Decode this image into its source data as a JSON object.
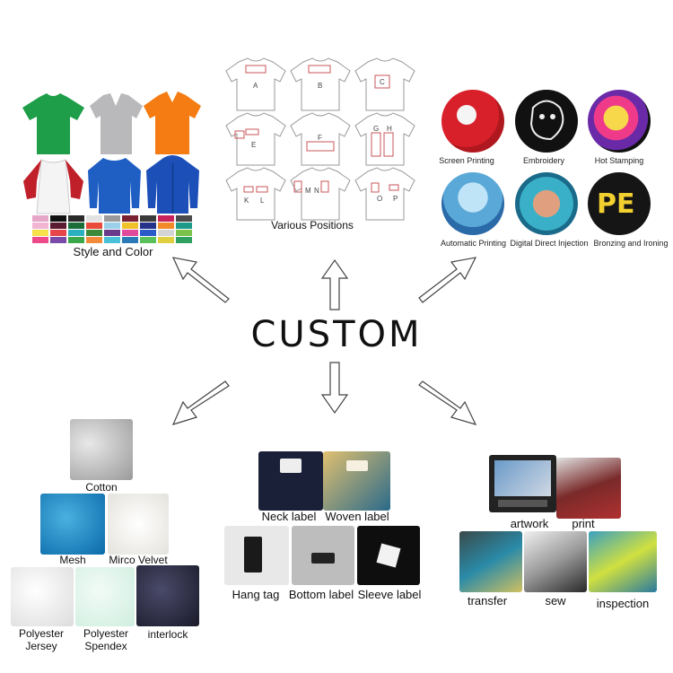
{
  "center": {
    "title": "CUSTOM"
  },
  "style_color": {
    "label": "Style and Color"
  },
  "positions": {
    "label": "Various Positions",
    "letters": [
      "A",
      "B",
      "C",
      "E",
      "F",
      "G",
      "H",
      "K",
      "L",
      "M",
      "N",
      "O",
      "P"
    ]
  },
  "printing": {
    "items": [
      {
        "label": "Screen Printing"
      },
      {
        "label": "Embroidery"
      },
      {
        "label": "Hot Stamping"
      },
      {
        "label": "Automatic Printing"
      },
      {
        "label": "Digital Direct Injection"
      },
      {
        "label": "Bronzing and Ironing"
      }
    ]
  },
  "fabrics": {
    "items": [
      {
        "label": "Cotton"
      },
      {
        "label": "Mesh"
      },
      {
        "label": "Mirco Velvet"
      },
      {
        "label": "Polyester Jersey",
        "line1": "Polyester",
        "line2": "Jersey"
      },
      {
        "label": "Polyester Spendex",
        "line1": "Polyester",
        "line2": "Spendex"
      },
      {
        "label": "interlock"
      }
    ]
  },
  "labels": {
    "items": [
      {
        "label": "Neck label"
      },
      {
        "label": "Woven label"
      },
      {
        "label": "Hang tag"
      },
      {
        "label": "Bottom label"
      },
      {
        "label": "Sleeve label"
      }
    ]
  },
  "process": {
    "items": [
      {
        "label": "artwork"
      },
      {
        "label": "print"
      },
      {
        "label": "transfer"
      },
      {
        "label": "sew"
      },
      {
        "label": "inspection"
      }
    ]
  },
  "colors": {
    "green_shirt": "#1e9e48",
    "grey_shirt": "#b9b9bb",
    "orange_shirt": "#f57c12",
    "raglan_sleeve": "#c0202a",
    "blue_sweat": "#1f5fc4",
    "blue_hoodie": "#1c4fb8"
  }
}
